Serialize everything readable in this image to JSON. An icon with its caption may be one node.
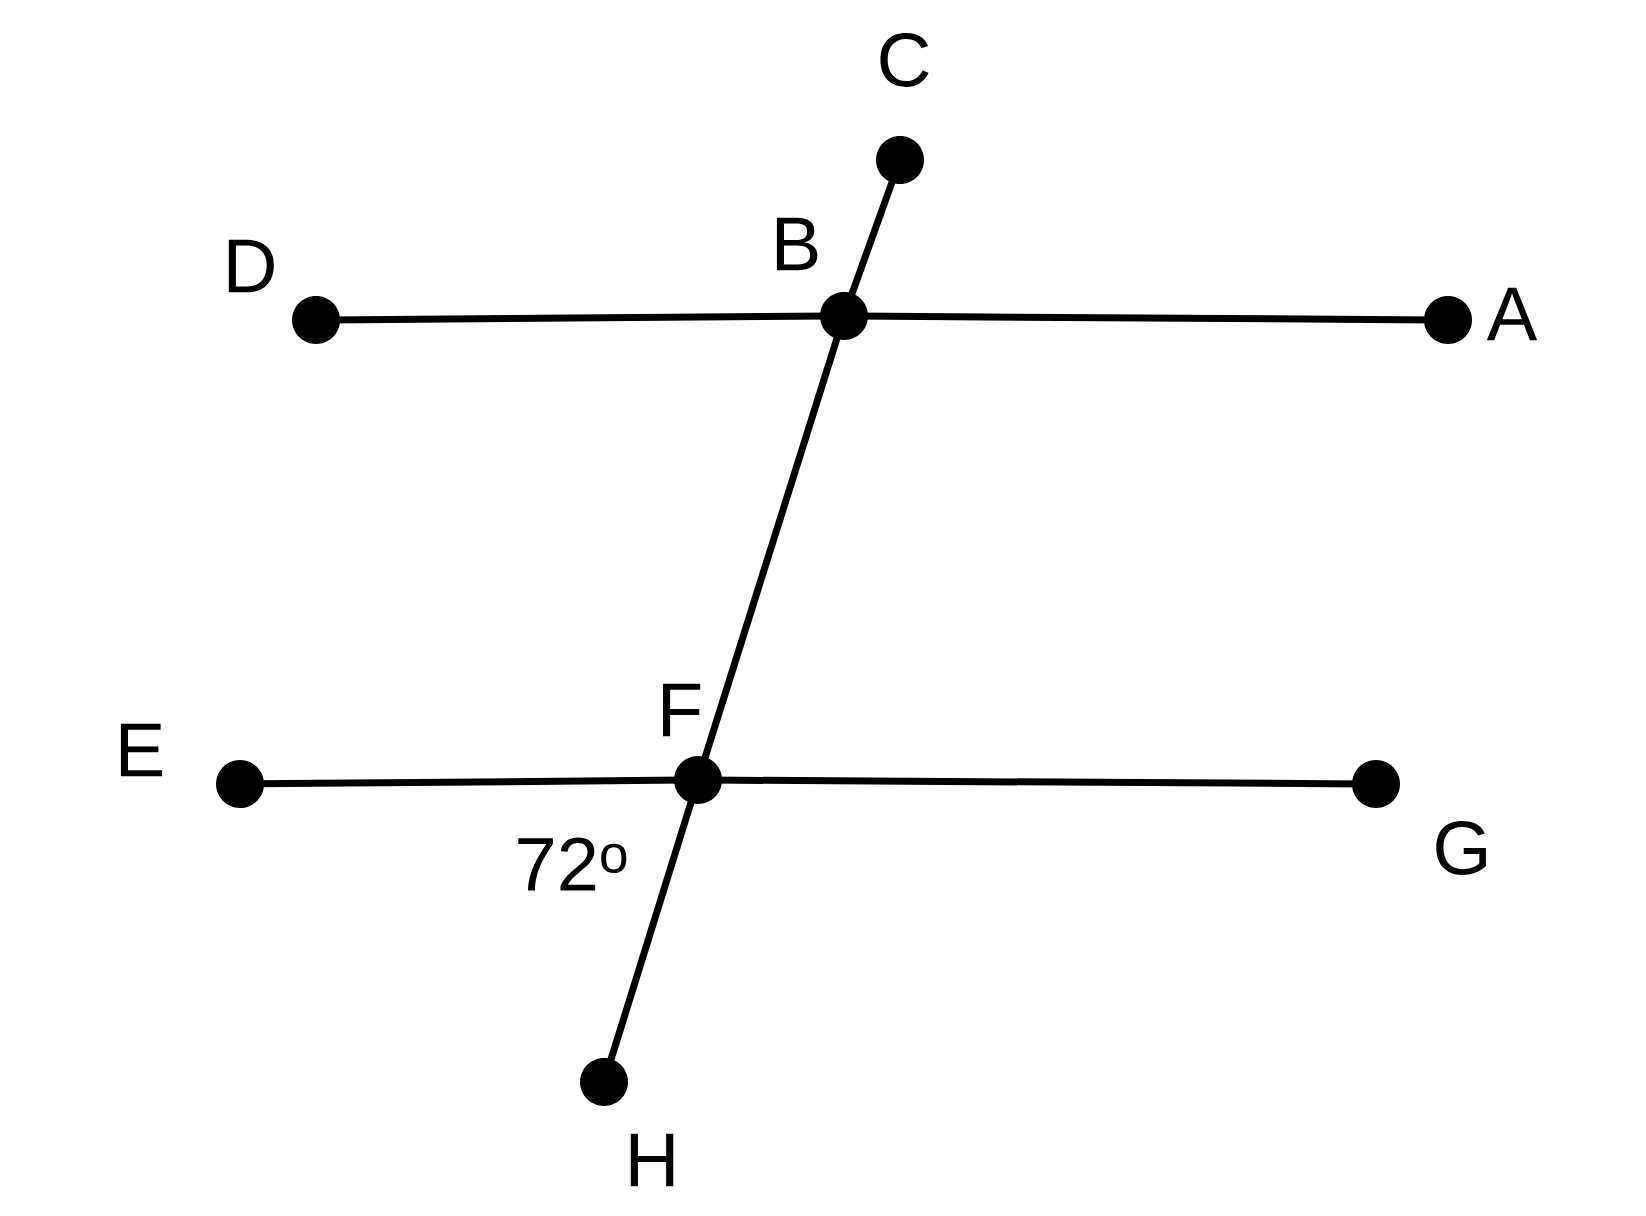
{
  "diagram": {
    "nodes": [
      {
        "text": [],
        "shape": "circle",
        "beside": [
          "C"
        ]
      },
      {
        "text": [],
        "shape": "circle",
        "beside": [
          "D"
        ]
      },
      {
        "text": [],
        "shape": "circle",
        "beside": [
          "B"
        ]
      },
      {
        "text": [],
        "shape": "circle",
        "beside": [
          "A"
        ]
      },
      {
        "text": [],
        "shape": "circle",
        "beside": [
          "E"
        ]
      },
      {
        "text": [],
        "shape": "circle",
        "beside": [
          "F"
        ]
      },
      {
        "text": [],
        "shape": "circle",
        "beside": [
          "G"
        ]
      },
      {
        "text": [],
        "shape": "circle",
        "beside": [
          "H"
        ]
      }
    ],
    "edges": [
      {
        "from": 1,
        "to": 2,
        "arrow": "none"
      },
      {
        "from": 2,
        "to": 3,
        "arrow": "none"
      },
      {
        "from": 0,
        "to": 2,
        "arrow": "none"
      },
      {
        "from": 2,
        "to": 5,
        "arrow": "none"
      },
      {
        "from": 4,
        "to": 5,
        "arrow": "none"
      },
      {
        "from": 5,
        "to": 6,
        "arrow": "none"
      },
      {
        "from": 5,
        "to": 7,
        "arrow": "none"
      }
    ],
    "labels": [
      "72$^{o}$"
    ]
  }
}
